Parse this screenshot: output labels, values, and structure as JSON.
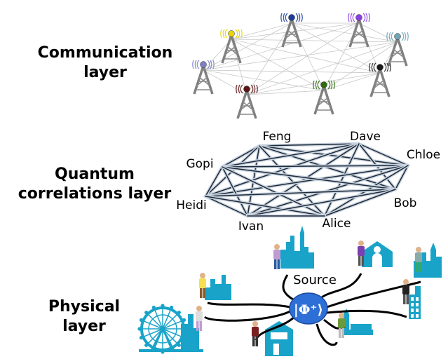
{
  "layers": {
    "communication": {
      "line1": "Communication",
      "line2": "layer"
    },
    "quantum": {
      "line1": "Quantum",
      "line2": "correlations layer"
    },
    "physical": {
      "line1": "Physical",
      "line2": "layer"
    }
  },
  "towers": [
    {
      "name": "tower-yellow",
      "color": "#e6d500"
    },
    {
      "name": "tower-blue",
      "color": "#1a3f9a"
    },
    {
      "name": "tower-purple",
      "color": "#8a3ee0"
    },
    {
      "name": "tower-teal",
      "color": "#6fa6b6"
    },
    {
      "name": "tower-lavender",
      "color": "#7d7ec8"
    },
    {
      "name": "tower-maroon",
      "color": "#5a1414"
    },
    {
      "name": "tower-green",
      "color": "#2f6b10"
    },
    {
      "name": "tower-black",
      "color": "#1a1a1a"
    }
  ],
  "quantum_nodes": [
    "Feng",
    "Dave",
    "Chloe",
    "Gopi",
    "Heidi",
    "Bob",
    "Ivan",
    "Alice"
  ],
  "physical": {
    "source_label": "Source",
    "source_symbol": "|Φ⁺⟩",
    "city_color": "#1aa3c9"
  }
}
